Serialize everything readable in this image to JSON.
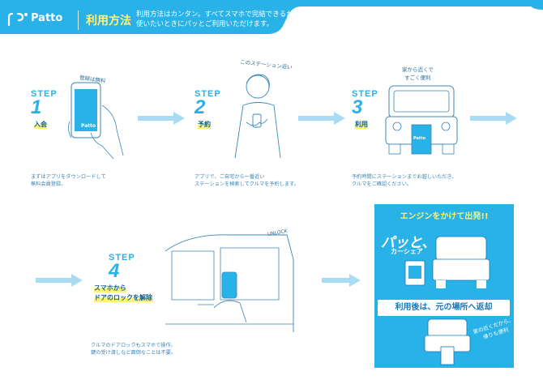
{
  "header": {
    "logo_text": "Patto",
    "title": "利用方法",
    "desc_line1": "利用方法はカンタン。すべてスマホで完結できるから、",
    "desc_line2": "使いたいときにパッとご利用いただけます。"
  },
  "steps": [
    {
      "label": "STEP",
      "number": "1",
      "sub": "入会",
      "note": "登録は無料",
      "phone_text": "Patto",
      "caption_line1": "まずはアプリをダウンロードして",
      "caption_line2": "無料会員登録。"
    },
    {
      "label": "STEP",
      "number": "2",
      "sub": "予約",
      "note": "このステーション近い",
      "caption_line1": "アプリで、ご自宅から一番近い",
      "caption_line2": "ステーションを検索してクルマを予約します。"
    },
    {
      "label": "STEP",
      "number": "3",
      "sub": "利用",
      "note_line1": "家から近くで",
      "note_line2": "すごく便利",
      "phone_text": "Patto",
      "caption_line1": "予約時間にステーションまでお越しいただき、",
      "caption_line2": "クルマをご確認ください。"
    },
    {
      "label": "STEP",
      "number": "4",
      "sub_line1": "スマホから",
      "sub_line2": "ドアのロックを解除",
      "note": "UNLOCK",
      "caption_line1": "クルマのドアロックもスマホで操作。",
      "caption_line2": "鍵の受け渡しなど面倒なことは不要。"
    }
  ],
  "finish": {
    "title": "エンジンをかけて出発!!",
    "catch": "パッと、",
    "catch_sub": "カーシェア",
    "return_label": "利用後は、元の場所へ返却",
    "note_line1": "家の近くだから、",
    "note_line2": "帰りも便利"
  },
  "colors": {
    "accent": "#29b2e8",
    "highlight": "#fff275",
    "arrow": "#a9dcf4",
    "line": "#3a86b8"
  }
}
